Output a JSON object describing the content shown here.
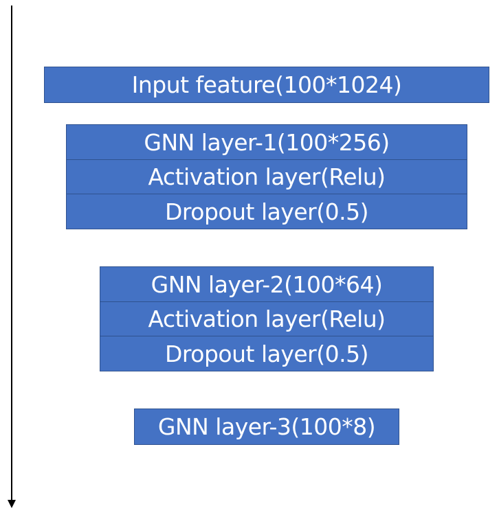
{
  "colors": {
    "box_fill": "#4472c4",
    "box_border": "#2f528f",
    "text": "#ffffff",
    "arrow": "#000000"
  },
  "input_block": {
    "label": "Input feature(100*1024)"
  },
  "block_1": {
    "gnn": "GNN layer-1(100*256)",
    "activation": "Activation layer(Relu)",
    "dropout": "Dropout layer(0.5)"
  },
  "block_2": {
    "gnn": "GNN layer-2(100*64)",
    "activation": "Activation layer(Relu)",
    "dropout": "Dropout layer(0.5)"
  },
  "block_3": {
    "gnn": "GNN layer-3(100*8)"
  }
}
